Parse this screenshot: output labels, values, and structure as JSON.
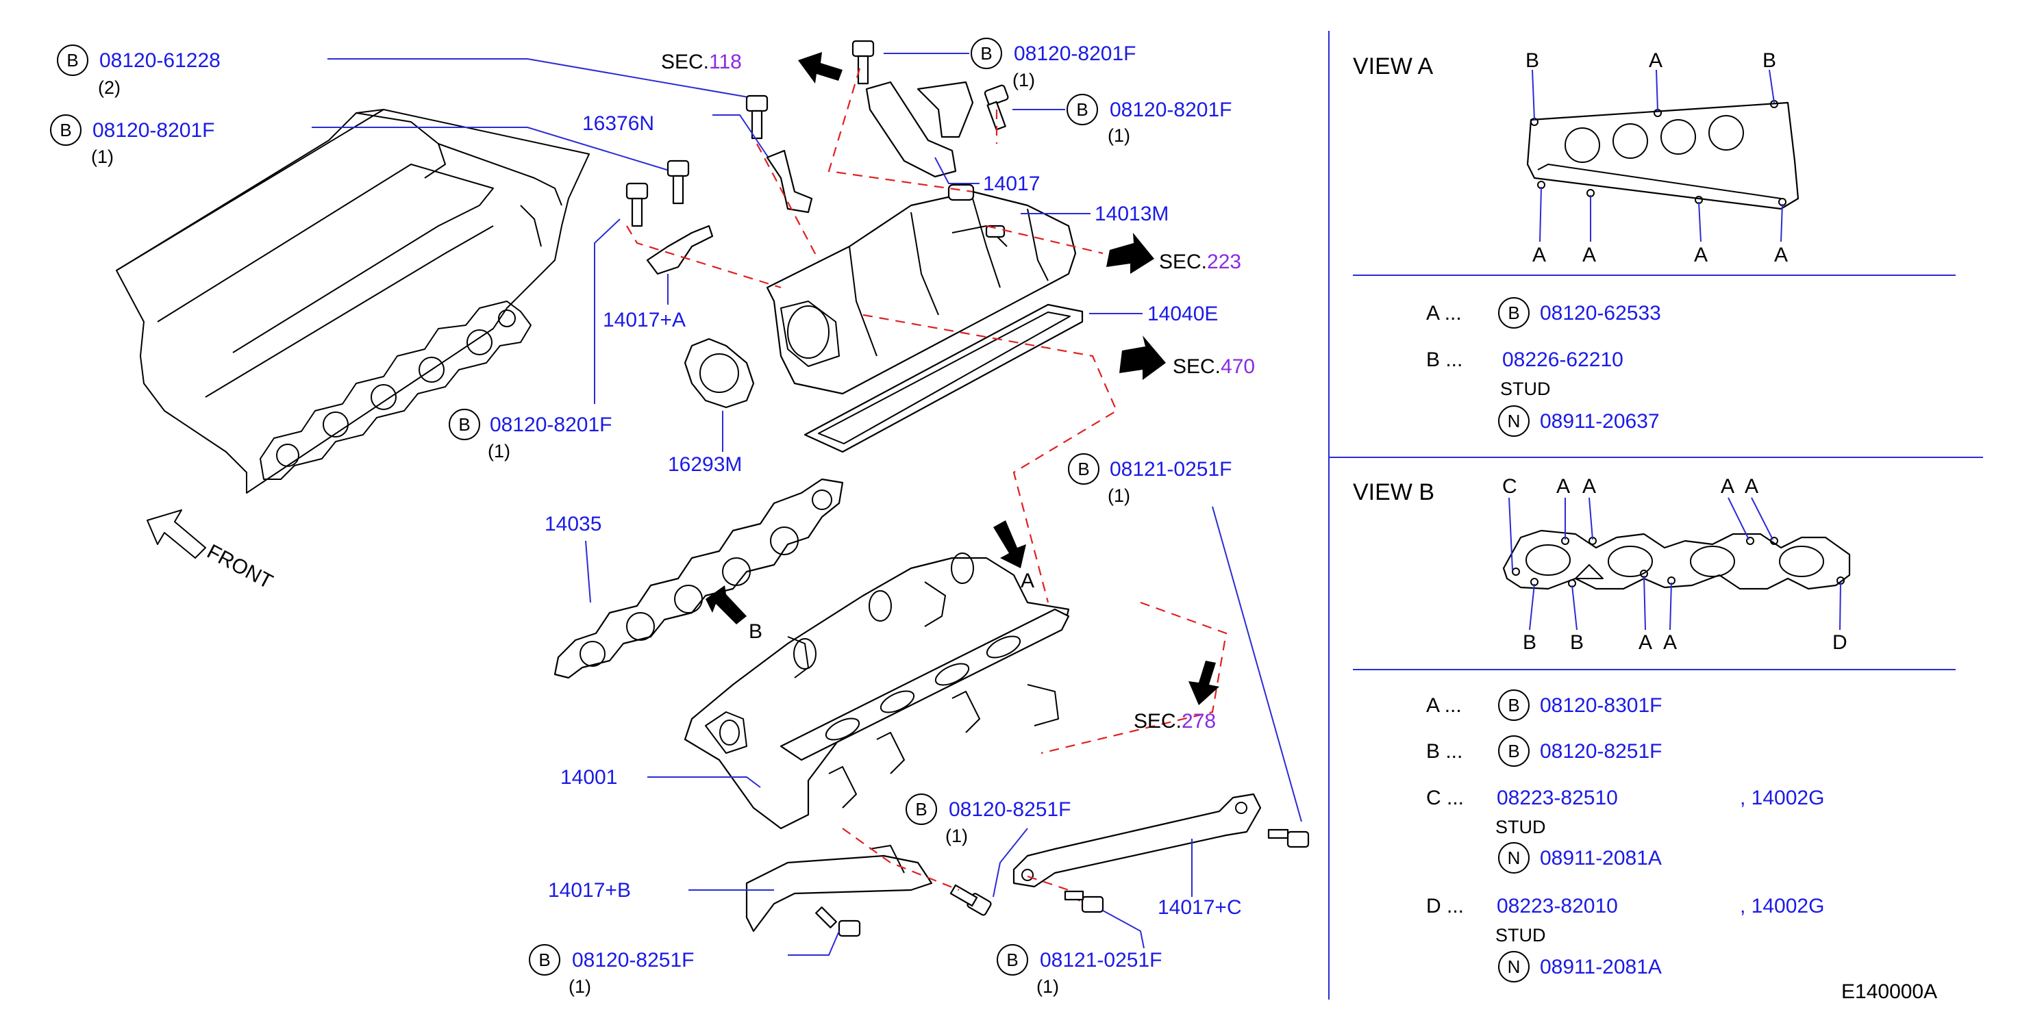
{
  "diagram_code": "E140000A",
  "front_label": "FRONT",
  "badge_letters": {
    "b": "B",
    "n": "N"
  },
  "callouts": {
    "bolt_61228": {
      "part": "08120-61228",
      "qty": "(2)"
    },
    "bolt_8201f_left": {
      "part": "08120-8201F",
      "qty": "(1)"
    },
    "bolt_8201f_top": {
      "part": "08120-8201F",
      "qty": "(1)"
    },
    "bolt_8201f_top2": {
      "part": "08120-8201F",
      "qty": "(1)"
    },
    "bolt_8201f_mid": {
      "part": "08120-8201F",
      "qty": "(1)"
    },
    "bolt_0251f_right": {
      "part": "08121-0251F",
      "qty": "(1)"
    },
    "bolt_8251f_center": {
      "part": "08120-8251F",
      "qty": "(1)"
    },
    "bolt_8251f_bottom": {
      "part": "08120-8251F",
      "qty": "(1)"
    },
    "bolt_0251f_bottom": {
      "part": "08121-0251F",
      "qty": "(1)"
    }
  },
  "parts": {
    "p16376n": "16376N",
    "p14017": "14017",
    "p14013m": "14013M",
    "p14017a": "14017+A",
    "p14040e": "14040E",
    "p16293m": "16293M",
    "p14035": "14035",
    "p14001": "14001",
    "p14017b": "14017+B",
    "p14017c": "14017+C"
  },
  "sections": {
    "s118": {
      "prefix": "SEC.",
      "num": "118"
    },
    "s223": {
      "prefix": "SEC.",
      "num": "223"
    },
    "s470": {
      "prefix": "SEC.",
      "num": "470"
    },
    "s278": {
      "prefix": "SEC.",
      "num": "278"
    }
  },
  "view_markers": {
    "a": "A",
    "b": "B"
  },
  "view_a": {
    "title": "VIEW  A",
    "top_labels": [
      "B",
      "A",
      "B"
    ],
    "bottom_labels": [
      "A",
      "A",
      "A",
      "A"
    ],
    "legend": {
      "a_key": "A ...",
      "a_part": "08120-62533",
      "b_key": "B ...",
      "b_part": "08226-62210",
      "b_desc": "STUD",
      "b_nut": "08911-20637"
    }
  },
  "view_b": {
    "title": "VIEW  B",
    "top_labels": [
      "C",
      "A",
      "A",
      "A",
      "A"
    ],
    "bottom_labels": [
      "B",
      "B",
      "A",
      "A",
      "D"
    ],
    "legend": {
      "a_key": "A ...",
      "a_part": "08120-8301F",
      "b_key": "B ...",
      "b_part": "08120-8251F",
      "c_key": "C ...",
      "c_part": "08223-82510",
      "c_alt": ", 14002G",
      "c_desc": "STUD",
      "c_nut": "08911-2081A",
      "d_key": "D ...",
      "d_part": "08223-82010",
      "d_alt": ", 14002G",
      "d_desc": "STUD",
      "d_nut": "08911-2081A"
    }
  }
}
